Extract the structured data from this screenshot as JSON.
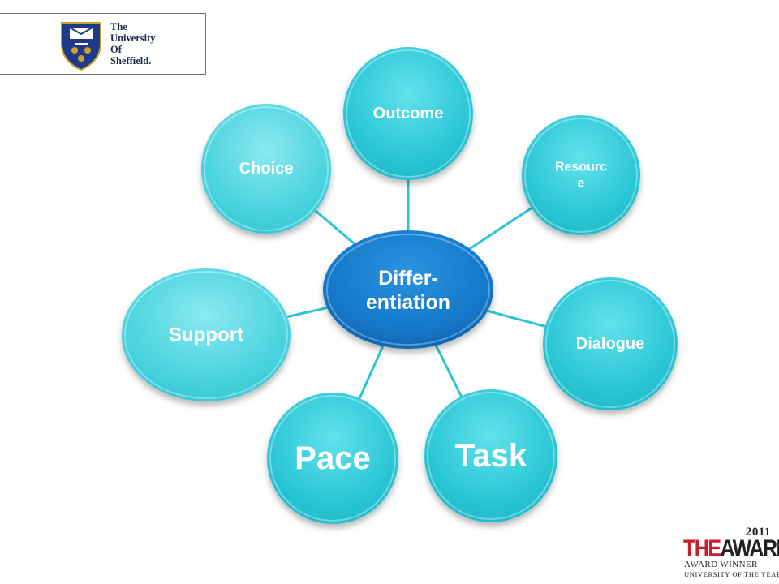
{
  "logo": {
    "lines": [
      "The",
      "University",
      "Of",
      "Sheffield."
    ]
  },
  "awards": {
    "year": "2011",
    "brand_the": "THE",
    "brand_awards": "AWARDS",
    "line1": "AWARD WINNER",
    "line2": "UNIVERSITY OF THE YEAR"
  },
  "diagram": {
    "center": {
      "label_lines": [
        "Differ-",
        "entiation"
      ]
    },
    "nodes": [
      {
        "id": "outcome",
        "label_lines": [
          "Outcome"
        ]
      },
      {
        "id": "resource",
        "label_lines": [
          "Resourc",
          "e"
        ]
      },
      {
        "id": "dialogue",
        "label_lines": [
          "Dialogue"
        ]
      },
      {
        "id": "task",
        "label_lines": [
          "Task"
        ]
      },
      {
        "id": "pace",
        "label_lines": [
          "Pace"
        ]
      },
      {
        "id": "support",
        "label_lines": [
          "Support"
        ]
      },
      {
        "id": "choice",
        "label_lines": [
          "Choice"
        ]
      }
    ]
  },
  "colors": {
    "center_fill": "#1477c9",
    "node_fill": "#28c8d6",
    "node_fill_light": "#5ddfe9",
    "connector": "#2cc4d2",
    "text_white": "#ffffff"
  }
}
